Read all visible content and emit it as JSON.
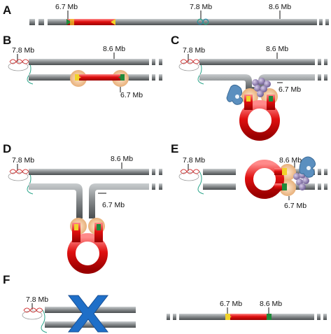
{
  "panels": {
    "A": {
      "letter": "A",
      "labels": [
        "6.7 Mb",
        "7.8 Mb",
        "8.6 Mb"
      ]
    },
    "B": {
      "letter": "B",
      "labels": [
        "7.8 Mb",
        "8.6 Mb",
        "6.7 Mb"
      ]
    },
    "C": {
      "letter": "C",
      "labels": [
        "7.8 Mb",
        "8.6 Mb",
        "6.7 Mb"
      ]
    },
    "D": {
      "letter": "D",
      "labels": [
        "7.8 Mb",
        "8.6 Mb",
        "6.7 Mb"
      ]
    },
    "E": {
      "letter": "E",
      "labels": [
        "7.8 Mb",
        "8.6 Mb",
        "6.7 Mb"
      ]
    },
    "F": {
      "letter": "F",
      "labels": [
        "7.8 Mb",
        "6.7 Mb",
        "8.6 Mb"
      ]
    }
  },
  "colors": {
    "chromosome": "#6f7375",
    "chromosome_highlight": "#c9cdcf",
    "inverted_segment": "#e01010",
    "yellow_marker": "#f2d22a",
    "green_marker": "#1f8a3a",
    "cohesin_ring": "#f3c89a",
    "protein_cluster": "#9a88b8",
    "ctcf_blue": "#5b8fbf",
    "cross": "#1f6fc8",
    "helix_red": "#d23a3a",
    "helix_teal": "#2aa58a"
  },
  "icons": [
    "dna-helix-icon",
    "cohesin-ring-icon",
    "protein-cluster-icon",
    "cross-mark-icon"
  ]
}
